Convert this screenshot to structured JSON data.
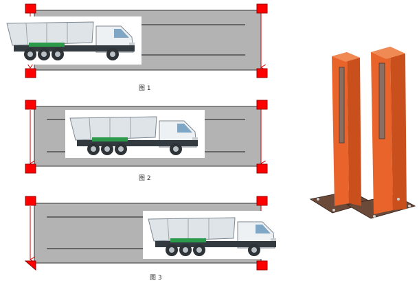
{
  "figures": [
    {
      "caption": "图 1",
      "truck_position": "left",
      "sensor_state": "left-beam-interrupted"
    },
    {
      "caption": "图 2",
      "truck_position": "center",
      "sensor_state": "both-beams-clear"
    },
    {
      "caption": "图 3",
      "truck_position": "right",
      "sensor_state": "right-beam-interrupted"
    }
  ],
  "colors": {
    "sensor": "#ff0000",
    "sensor_border": "#990000",
    "beam": "#cc0000",
    "lane": "#b3b3b3",
    "lane_border": "#333333",
    "bollard": "#e8642a",
    "bollard_dark": "#c94f1c",
    "base_plate": "#6b4a3a"
  }
}
